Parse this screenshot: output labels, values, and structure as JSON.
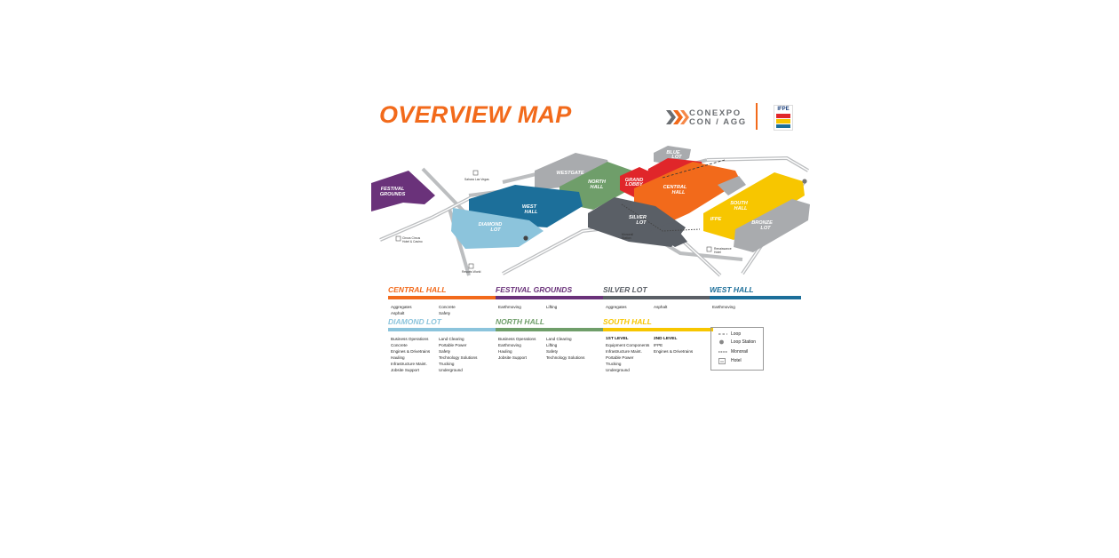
{
  "title": "OVERVIEW MAP",
  "brand": {
    "line1": "CONEXPO",
    "line2": "CON / AGG",
    "partner": "IFPE"
  },
  "colors": {
    "orange": "#f26a1b",
    "purple": "#6a327a",
    "silver": "#5a5f66",
    "west_blue": "#1c6f9a",
    "diamond_blue": "#8cc4dc",
    "green": "#6f9e6a",
    "yellow": "#f7c600",
    "red": "#e0262a",
    "gray_lot": "#a9abae"
  },
  "map": {
    "areas": {
      "festival": "FESTIVAL\nGROUNDS",
      "westgate": "WESTGATE",
      "north_hall": "NORTH\nHALL",
      "grand_lobby": "GRAND\nLOBBY",
      "blue_lot": "BLUE\nLOT",
      "central_hall": "CENTRAL\nHALL",
      "west_hall": "WEST\nHALL",
      "diamond_lot": "DIAMOND\nLOT",
      "silver_lot": "SILVER\nLOT",
      "south_hall": "SOUTH\nHALL",
      "ifpe": "IFPE",
      "bronze_lot": "BRONZE\nLOT"
    },
    "places": {
      "sahara": "Sahara Las Vegas",
      "circus": "Circus Circus\nHotel & Casino",
      "resorts": "Resorts World",
      "monorail": "Monorail\nStation",
      "renaissance": "Renaissance\nHotel"
    }
  },
  "legend": [
    {
      "key": "central",
      "title": "CENTRAL HALL",
      "color": "#f26a1b",
      "items": [
        "Aggregates",
        "Concrete",
        "Asphalt",
        "Safety"
      ]
    },
    {
      "key": "festival",
      "title": "FESTIVAL GROUNDS",
      "color": "#6a327a",
      "items": [
        "Earthmoving",
        "Lifting"
      ]
    },
    {
      "key": "silver",
      "title": "SILVER LOT",
      "color": "#5a5f66",
      "items": [
        "Aggregates",
        "Asphalt"
      ]
    },
    {
      "key": "west",
      "title": "WEST HALL",
      "color": "#1c6f9a",
      "items": [
        "Earthmoving"
      ]
    },
    {
      "key": "diamond",
      "title": "DIAMOND LOT",
      "color": "#8cc4dc",
      "items": [
        "Business Operations",
        "Land Clearing",
        "Concrete",
        "Portable Power",
        "Engines & Drivetrains",
        "Safety",
        "Hauling",
        "Technology Solutions",
        "Infrastructure Maint.",
        "Trucking",
        "Jobsite Support",
        "Underground"
      ]
    },
    {
      "key": "north",
      "title": "NORTH HALL",
      "color": "#6f9e6a",
      "items": [
        "Business Operations",
        "Land Clearing",
        "Earthmoving",
        "Lifting",
        "Hauling",
        "Safety",
        "Jobsite Support",
        "Technology Solutions"
      ]
    },
    {
      "key": "south",
      "title": "SOUTH HALL",
      "color": "#f7c600"
    }
  ],
  "south_hall": {
    "level1": {
      "title": "1ST LEVEL",
      "items": [
        "Equipment Components",
        "Infrastructure Maint.",
        "Portable Power",
        "Trucking",
        "Underground"
      ]
    },
    "level2": {
      "title": "2ND LEVEL",
      "items": [
        "IFPE",
        "Engines & Drivetrains"
      ]
    }
  },
  "key": [
    {
      "symbol": "loop-dashed-line",
      "label": "Loop"
    },
    {
      "symbol": "loop-station-dot",
      "label": "Loop Station"
    },
    {
      "symbol": "monorail-dotted-line",
      "label": "Monorail"
    },
    {
      "symbol": "hotel-icon",
      "label": "Hotel"
    }
  ]
}
